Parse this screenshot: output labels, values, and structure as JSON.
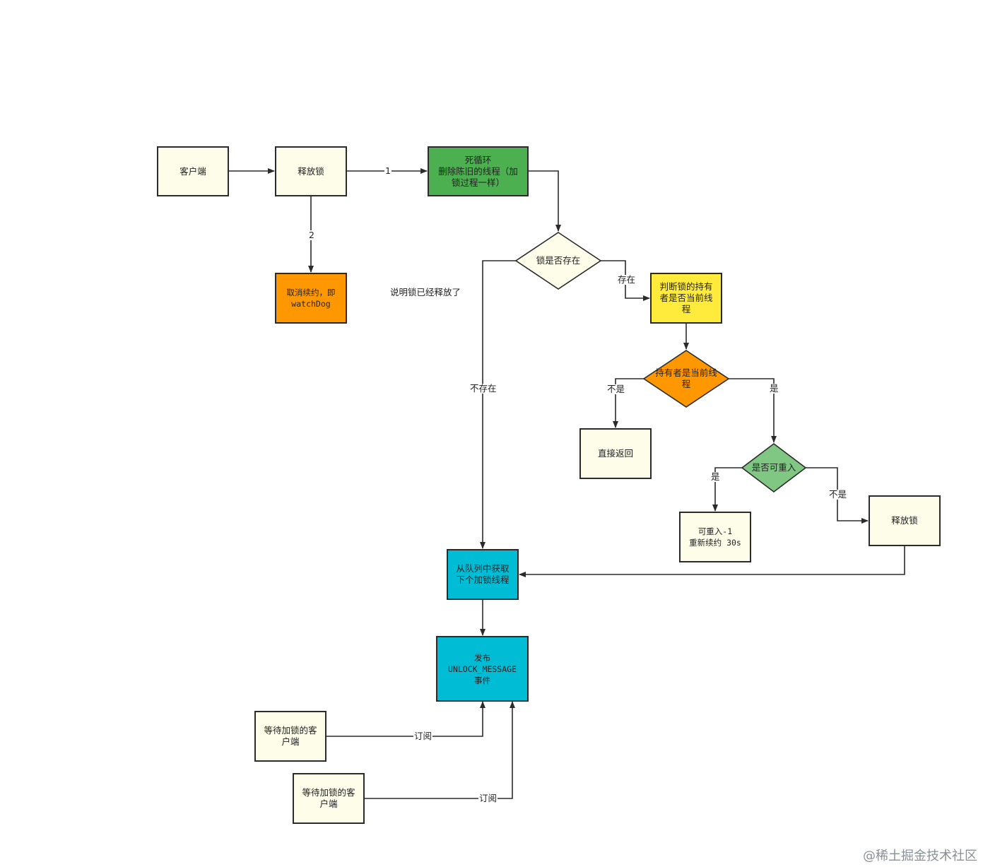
{
  "nodes": {
    "client": "客户端",
    "release_lock": "释放锁",
    "dead_loop": "死循环\n删除陈旧的线程（加\n锁过程一样）",
    "cancel_renew": "取消续约，即\nwatchDog",
    "lock_exists": "锁是否存在",
    "judge_holder": "判断锁的持有\n者是否当前线\n程",
    "holder_is_current": "持有者是当前线\n程",
    "return_directly": "直接返回",
    "reentrant_check": "是否可重入",
    "reentrant_decrement": "可重入-1\n重新续约 30s",
    "release_lock_2": "释放锁",
    "dequeue_next": "从队列中获取\n下个加锁线程",
    "publish_event": "发布\nUNLOCK_MESSAGE\n事件",
    "waiting_client_1": "等待加锁的客\n户端",
    "waiting_client_2": "等待加锁的客\n户端"
  },
  "edge_labels": {
    "step_1": "1",
    "step_2": "2",
    "exists": "存在",
    "not_exists": "不存在",
    "not_current": "不是",
    "is_current": "是",
    "reentrant_yes": "是",
    "reentrant_no": "不是",
    "subscribe_1": "订阅",
    "subscribe_2": "订阅"
  },
  "annotation": "说明锁已经释放了",
  "watermark": "@稀土掘金技术社区",
  "colors": {
    "cream": "#fdfde9",
    "green": "#4caf50",
    "orange": "#ff9800",
    "yellow": "#ffeb3b",
    "cyan": "#00bcd4",
    "diamond_green": "#81c784",
    "stroke": "#2b2b2b"
  }
}
